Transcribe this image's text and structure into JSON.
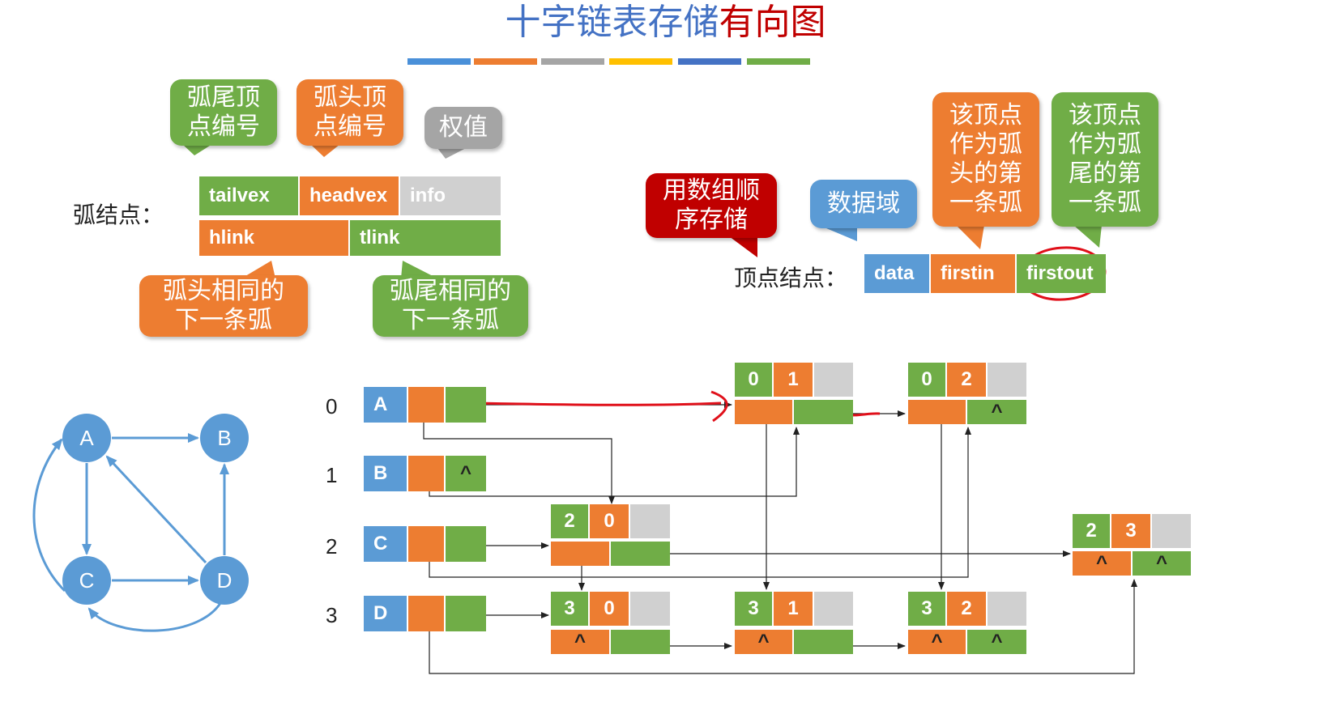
{
  "title": {
    "part1": "十字链表存储",
    "part2": "有向图"
  },
  "title_bar_colors": [
    "#4a90d9",
    "#ed7d31",
    "#a5a5a5",
    "#ffc000",
    "#4472c4",
    "#70ad47"
  ],
  "arc_node": {
    "label": "弧结点：",
    "fields_row1": [
      "tailvex",
      "headvex",
      "info"
    ],
    "fields_row2": [
      "hlink",
      "tlink"
    ],
    "callouts": {
      "tailvex": "弧尾顶\n点编号",
      "headvex": "弧头顶\n点编号",
      "info": "权值",
      "hlink": "弧头相同的\n下一条弧",
      "tlink": "弧尾相同的\n下一条弧"
    }
  },
  "vertex_node": {
    "label": "顶点结点：",
    "fields": [
      "data",
      "firstin",
      "firstout"
    ],
    "callouts": {
      "array": "用数组顺\n序存储",
      "data": "数据域",
      "firstin": "该顶点\n作为弧\n头的第\n一条弧",
      "firstout": "该顶点\n作为弧\n尾的第\n一条弧"
    }
  },
  "graph": {
    "nodes": [
      "A",
      "B",
      "C",
      "D"
    ]
  },
  "vertex_array": [
    {
      "index": "0",
      "data": "A",
      "firstout": ""
    },
    {
      "index": "1",
      "data": "B",
      "firstout": "^"
    },
    {
      "index": "2",
      "data": "C",
      "firstout": ""
    },
    {
      "index": "3",
      "data": "D",
      "firstout": ""
    }
  ],
  "arc_nodes": [
    {
      "id": "a01",
      "tail": "0",
      "head": "1",
      "hlink": "",
      "tlink": ""
    },
    {
      "id": "a02",
      "tail": "0",
      "head": "2",
      "hlink": "",
      "tlink": "^"
    },
    {
      "id": "a20",
      "tail": "2",
      "head": "0",
      "hlink": "",
      "tlink": ""
    },
    {
      "id": "a23",
      "tail": "2",
      "head": "3",
      "hlink": "^",
      "tlink": "^"
    },
    {
      "id": "a30",
      "tail": "3",
      "head": "0",
      "hlink": "^",
      "tlink": ""
    },
    {
      "id": "a31",
      "tail": "3",
      "head": "1",
      "hlink": "^",
      "tlink": ""
    },
    {
      "id": "a32",
      "tail": "3",
      "head": "2",
      "hlink": "^",
      "tlink": "^"
    }
  ]
}
